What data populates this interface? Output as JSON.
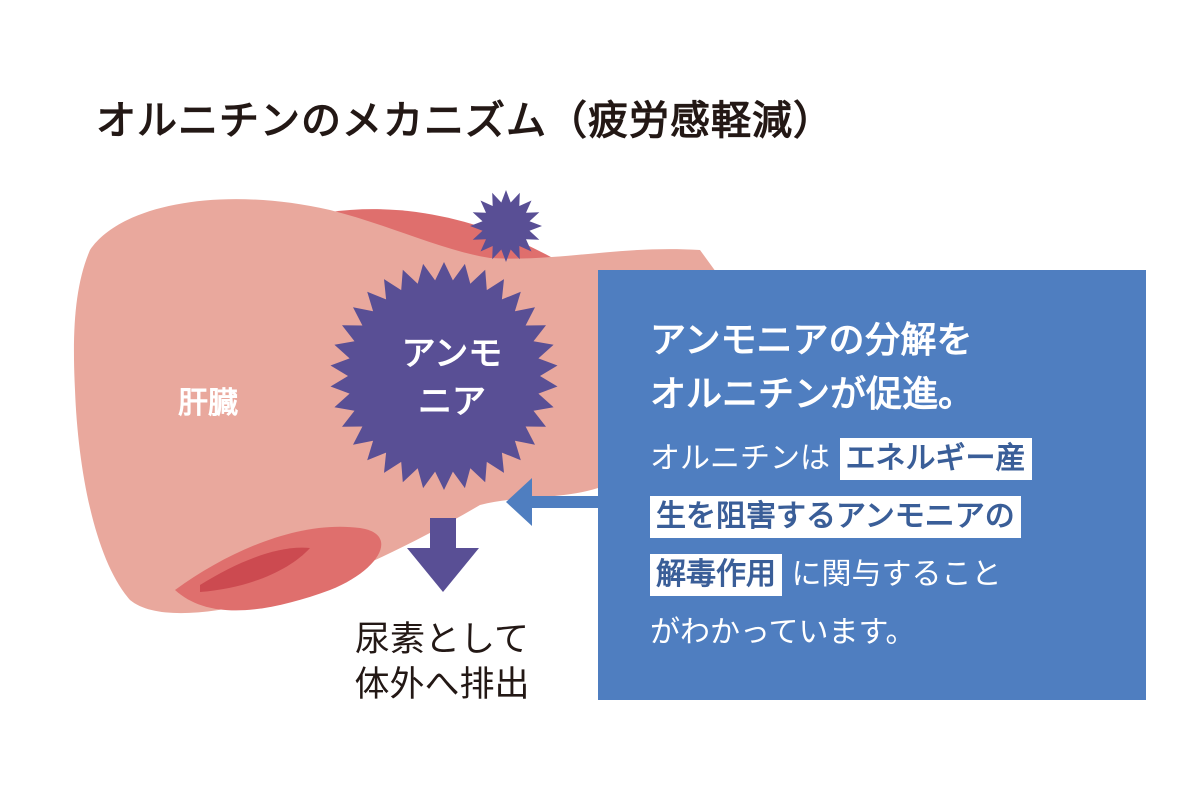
{
  "title": "オルニチンのメカニズム（疲労感軽減）",
  "liver_label": "肝臓",
  "ammonia": {
    "line1": "アンモ",
    "line2": "ニア"
  },
  "excretion": {
    "line1": "尿素として",
    "line2": "体外へ排出"
  },
  "info": {
    "headline_line1": "アンモニアの分解を",
    "headline_line2": "オルニチンが促進。",
    "l1_text": "オルニチンは",
    "l1_highlight": "エネルギー産",
    "l2_highlight": "生を阻害するアンモニアの",
    "l3_highlight": "解毒作用",
    "l3_text": "に関与すること",
    "l4_text": "がわかっています。"
  },
  "colors": {
    "liver_main": "#e9a89d",
    "liver_dark": "#df6f6d",
    "liver_deep": "#cc4a50",
    "ammonia": "#594f95",
    "arrow_down": "#594f95",
    "arrow_left": "#4f7ec0",
    "info_box": "#4f7ec0"
  }
}
